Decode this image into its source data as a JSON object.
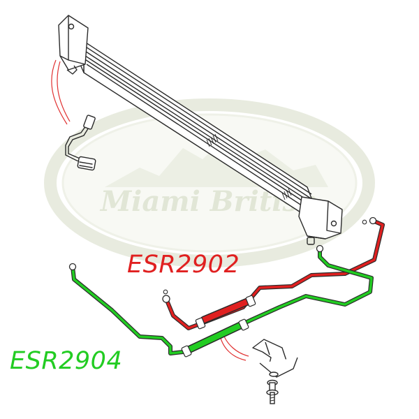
{
  "watermark": {
    "text": "Miami British",
    "color": "#c9d2b6"
  },
  "parts": [
    {
      "part_number": "ESR2902",
      "color": "#e02020"
    },
    {
      "part_number": "ESR2904",
      "color": "#22cc22"
    }
  ],
  "colors": {
    "line_art": "#2a2a2a",
    "leader_line": "#e03030"
  }
}
